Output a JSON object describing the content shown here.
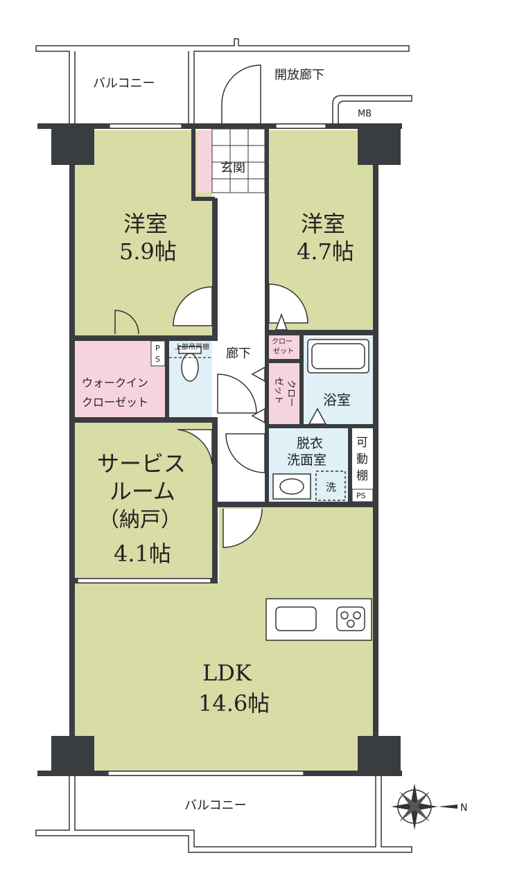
{
  "labels": {
    "open_corridor": "開放廊下",
    "balcony_top": "バルコニー",
    "balcony_bottom": "バルコニー",
    "mb": "MB",
    "entrance": "玄関",
    "corridor": "廊下",
    "room_western_left": "洋室",
    "room_western_left_size": "5.9帖",
    "room_western_right": "洋室",
    "room_western_right_size": "4.7帖",
    "ps_top_1": "P",
    "ps_top_2": "S",
    "upper_shelf": "上部吊戸棚",
    "walk_in_line1": "ウォークイン",
    "walk_in_line2": "クローゼット",
    "closet_small_1": "クロー",
    "closet_small_2": "ゼット",
    "closet_vertical_1": "クロー",
    "closet_vertical_2": "ゼット",
    "bath": "浴室",
    "washroom_line1": "脱衣",
    "washroom_line2": "洗面室",
    "laundry": "洗",
    "movable_shelf_1": "可",
    "movable_shelf_2": "動",
    "movable_shelf_3": "棚",
    "ps_bottom": "PS",
    "service_room_line1": "サービス",
    "service_room_line2": "ルーム",
    "service_room_line3": "（納戸）",
    "service_room_size": "4.1帖",
    "ldk": "LDK",
    "ldk_size": "14.6帖",
    "compass_north": "N"
  },
  "colors": {
    "wall": "#3a3d40",
    "room_green": "#d8dca5",
    "closet_pink": "#f6d4df",
    "wet_blue": "#dff0f6",
    "floor_white": "#ffffff",
    "line": "#333333"
  },
  "icons": {
    "compass": "compass-rose-icon",
    "sink": "sink-icon",
    "stove": "stove-icon",
    "bathtub": "bathtub-icon",
    "toilet": "toilet-icon",
    "washbasin": "washbasin-icon"
  }
}
